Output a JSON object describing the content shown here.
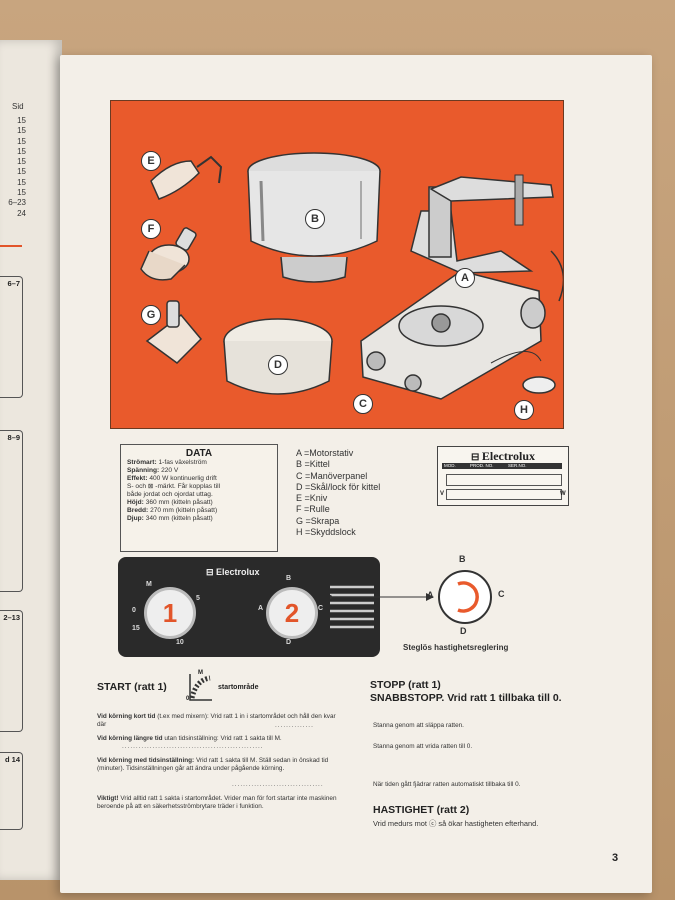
{
  "left_page": {
    "header": "Sid",
    "page_numbers": [
      "15",
      "15",
      "15",
      "15",
      "15",
      "15",
      "15",
      "15",
      "6–23",
      "24"
    ],
    "boxes": [
      "6–7",
      "8–9",
      "2–13",
      "d 14"
    ]
  },
  "illustration": {
    "letters": [
      "A",
      "B",
      "C",
      "D",
      "E",
      "F",
      "G",
      "H"
    ]
  },
  "data": {
    "title": "DATA",
    "rows": [
      {
        "label": "Strömart:",
        "value": " 1-fas växelström"
      },
      {
        "label": "Spänning:",
        "value": " 220 V"
      },
      {
        "label": "Effekt:",
        "value": " 400 W kontinuerlig drift"
      },
      {
        "label": "",
        "value": "S- och ⊠ -märkt. Får kopplas till"
      },
      {
        "label": "",
        "value": "både jordat och ojordat uttag."
      },
      {
        "label": "Höjd:",
        "value": " 360 mm (kitteln påsatt)"
      },
      {
        "label": "Bredd:",
        "value": " 270 mm (kitteln påsatt)"
      },
      {
        "label": "Djup:",
        "value": " 340 mm (kitteln påsatt)"
      }
    ]
  },
  "legend": [
    "A =Motorstativ",
    "B =Kittel",
    "C =Manöverpanel",
    "D =Skål/lock för kittel",
    "E =Kniv",
    "F =Rulle",
    "G =Skrapa",
    "H =Skyddslock"
  ],
  "nameplate": {
    "brand": "Electrolux",
    "fields": [
      "MOD.",
      "PROD. NO.",
      "SER.NO."
    ],
    "v_label": "V",
    "w_label": "W"
  },
  "control_panel": {
    "brand": "Electrolux",
    "dial1": {
      "number": "1",
      "ticks": [
        "M",
        "0",
        "15",
        "10",
        "5"
      ]
    },
    "dial2": {
      "number": "2",
      "ticks": [
        "B",
        "A",
        "C",
        "D"
      ]
    }
  },
  "speed_dial": {
    "labels": {
      "a": "A",
      "b": "B",
      "c": "C",
      "d": "D"
    },
    "caption": "Steglös hastighetsreglering"
  },
  "start": {
    "title": "START (ratt 1)",
    "area_label": "startområde",
    "area_ticks": [
      "M",
      "0"
    ]
  },
  "stop": {
    "title": "STOPP (ratt 1)",
    "snabb": "SNABBSTOPP. Vrid ratt 1 tillbaka till 0."
  },
  "paragraphs": [
    {
      "bold": "Vid körning kort tid",
      "text": " (t.ex med mixern): Vrid ratt 1 in i startområdet och håll den kvar där",
      "result": "Stanna genom att släppa ratten."
    },
    {
      "bold": "Vid körning längre tid",
      "text": " utan tidsinställning: Vrid ratt 1 sakta till M.",
      "result": "Stanna genom att vrida ratten till 0."
    },
    {
      "bold": "Vid körning med tidsinställning:",
      "text": " Vrid ratt 1 sakta till M. Ställ sedan in önskad tid (minuter). Tidsinställningen går att ändra under pågående körning.",
      "result": "När tiden gått fjädrar ratten automatiskt tillbaka till 0."
    },
    {
      "bold": "Viktigt!",
      "text": " Vrid alltid ratt 1 sakta i startområdet. Vrider man för fort startar inte maskinen beroende på att en säkerhetsströmbrytare träder i funktion.",
      "result": ""
    }
  ],
  "speed": {
    "title": "HASTIGHET (ratt 2)",
    "text": "Vrid medurs mot ⓒ så ökar hastigheten efterhand."
  },
  "page_number": "3",
  "colors": {
    "accent": "#e95a2c",
    "panel": "#2a2a2a",
    "paper": "#f3efe8"
  }
}
